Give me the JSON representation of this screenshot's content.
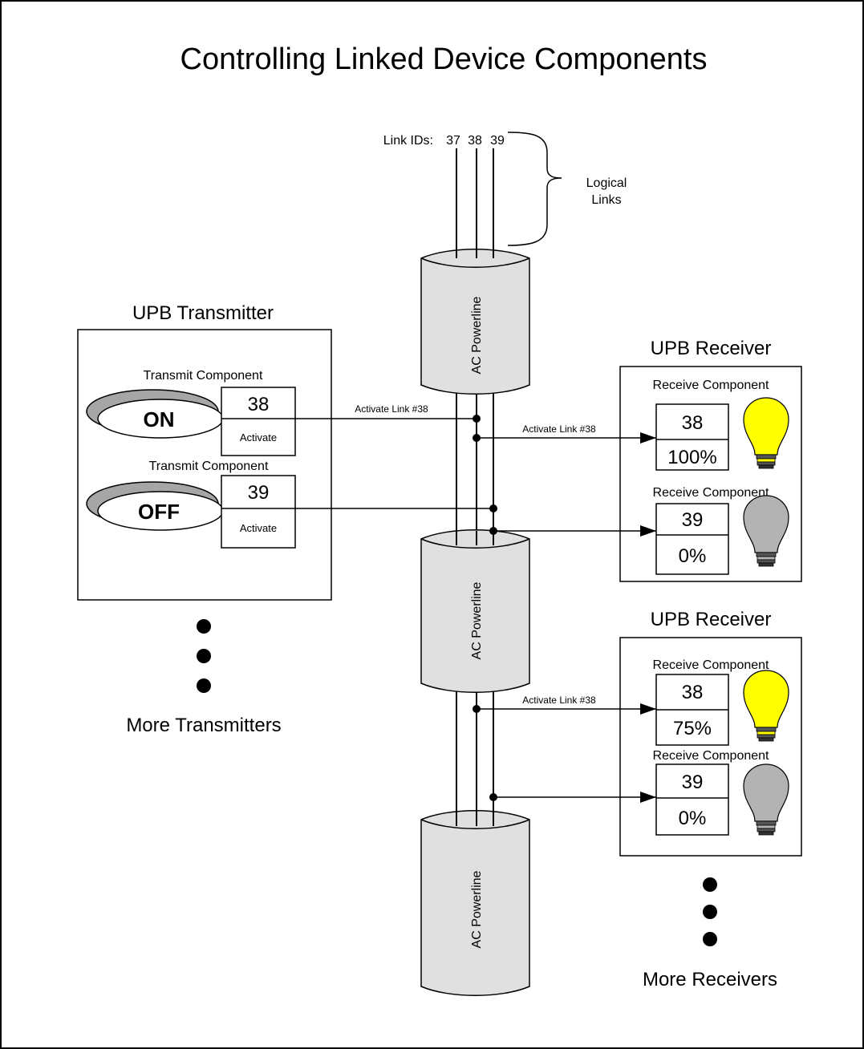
{
  "title": "Controlling Linked Device Components",
  "link_ids": {
    "label": "Link IDs:",
    "ids": [
      "37",
      "38",
      "39"
    ]
  },
  "logical_links": {
    "line1": "Logical",
    "line2": "Links"
  },
  "powerline_label": "AC Powerline",
  "transmitter": {
    "title": "UPB Transmitter",
    "components": [
      {
        "label": "Transmit Component",
        "switch": "ON",
        "link_id": "38",
        "action": "Activate"
      },
      {
        "label": "Transmit Component",
        "switch": "OFF",
        "link_id": "39",
        "action": "Activate"
      }
    ]
  },
  "more_transmitters": "More Transmitters",
  "receivers": [
    {
      "title": "UPB Receiver",
      "components": [
        {
          "label": "Receive Component",
          "link_id": "38",
          "level": "100%",
          "bulb": "on"
        },
        {
          "label": "Receive Component",
          "link_id": "39",
          "level": "0%",
          "bulb": "off"
        }
      ]
    },
    {
      "title": "UPB Receiver",
      "components": [
        {
          "label": "Receive Component",
          "link_id": "38",
          "level": "75%",
          "bulb": "on"
        },
        {
          "label": "Receive Component",
          "link_id": "39",
          "level": "0%",
          "bulb": "off"
        }
      ]
    }
  ],
  "more_receivers": "More Receivers",
  "messages": {
    "tx_to_line": "Activate Link #38",
    "line_to_rx1": "Activate Link #38",
    "line_to_rx2": "Activate Link #38"
  },
  "colors": {
    "bulb_on": "#ffff00",
    "bulb_off": "#b3b3b3",
    "cylinder": "#e0e0e0",
    "switch_shadow": "#a6a6a6"
  },
  "icons": {
    "switch": "rocker-switch-icon",
    "bulb": "light-bulb-icon",
    "brace": "curly-brace-icon",
    "arrow": "arrowhead-icon"
  }
}
